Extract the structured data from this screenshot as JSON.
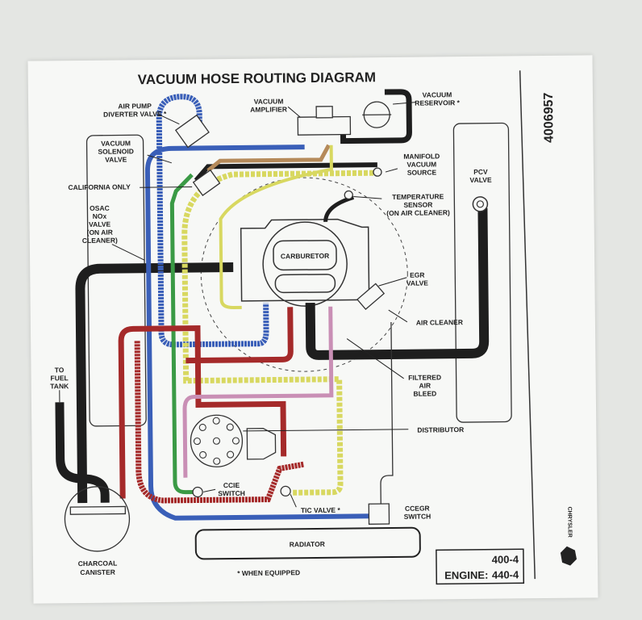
{
  "diagram": {
    "title": "VACUUM HOSE ROUTING DIAGRAM",
    "part_number": "4006957",
    "footnote": "* WHEN EQUIPPED",
    "engine_label": "ENGINE:",
    "engine_values": [
      "400-4",
      "440-4"
    ],
    "brand": "CHRYSLER",
    "components": {
      "air_pump_diverter_valve": [
        "AIR PUMP",
        "DIVERTER VALVE *"
      ],
      "vacuum_amplifier": [
        "VACUUM",
        "AMPLIFIER"
      ],
      "vacuum_reservoir": [
        "VACUUM",
        "RESERVOIR *"
      ],
      "vacuum_solenoid_valve": [
        "VACUUM",
        "SOLENOID",
        "VALVE"
      ],
      "california_only": "CALIFORNIA  ONLY",
      "manifold_vacuum_source": [
        "MANIFOLD",
        "VACUUM",
        "SOURCE"
      ],
      "pcv_valve": [
        "PCV",
        "VALVE"
      ],
      "temperature_sensor": [
        "TEMPERATURE",
        "SENSOR",
        "(ON AIR CLEANER)"
      ],
      "osac_nox_valve": [
        "OSAC",
        "NOx",
        "VALVE",
        "(ON AIR",
        "CLEANER)"
      ],
      "carburetor": "CARBURETOR",
      "egr_valve": [
        "EGR",
        "VALVE"
      ],
      "air_cleaner": "AIR CLEANER",
      "to_fuel_tank": [
        "TO",
        "FUEL",
        "TANK"
      ],
      "filtered_air_bleed": [
        "FILTERED",
        "AIR",
        "BLEED"
      ],
      "distributor": "DISTRIBUTOR",
      "ccie_switch": [
        "CCIE",
        "SWITCH"
      ],
      "tic_valve": "TIC VALVE *",
      "ccegr_switch": [
        "CCEGR",
        "SWITCH"
      ],
      "radiator": "RADIATOR",
      "charcoal_canister": [
        "CHARCOAL",
        "CANISTER"
      ]
    },
    "hose_colors": {
      "blue": "#3a5fb8",
      "black": "#1e1e1e",
      "red": "#a52a2a",
      "green": "#3a9a45",
      "yellow": "#dede6a",
      "tan": "#b58a5a",
      "pink": "#c98fb5"
    }
  }
}
